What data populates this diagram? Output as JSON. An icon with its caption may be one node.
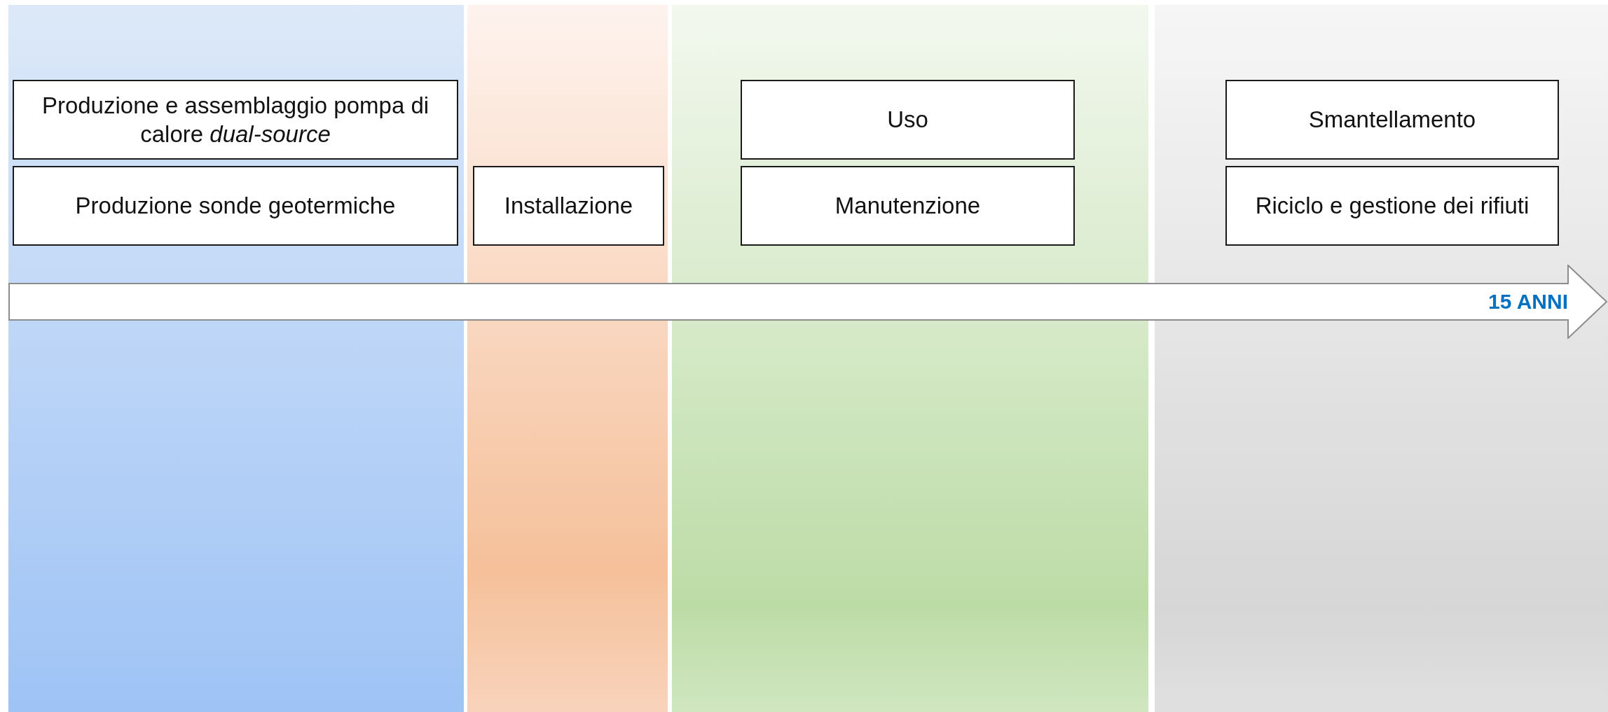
{
  "diagram": {
    "nodes": [
      {
        "text": [
          "Produzione e assemblaggio pompa di calore *dual-source*"
        ]
      },
      {
        "text": [
          "Produzione sonde geotermiche"
        ]
      },
      {
        "text": [
          "Installazione"
        ]
      },
      {
        "text": [
          "Uso"
        ]
      },
      {
        "text": [
          "Manutenzione"
        ]
      },
      {
        "text": [
          "Smantellamento"
        ]
      },
      {
        "text": [
          "Riciclo e gestione dei rifiuti"
        ]
      },
      {
        "text": [
          "15 ANNI"
        ]
      }
    ]
  }
}
